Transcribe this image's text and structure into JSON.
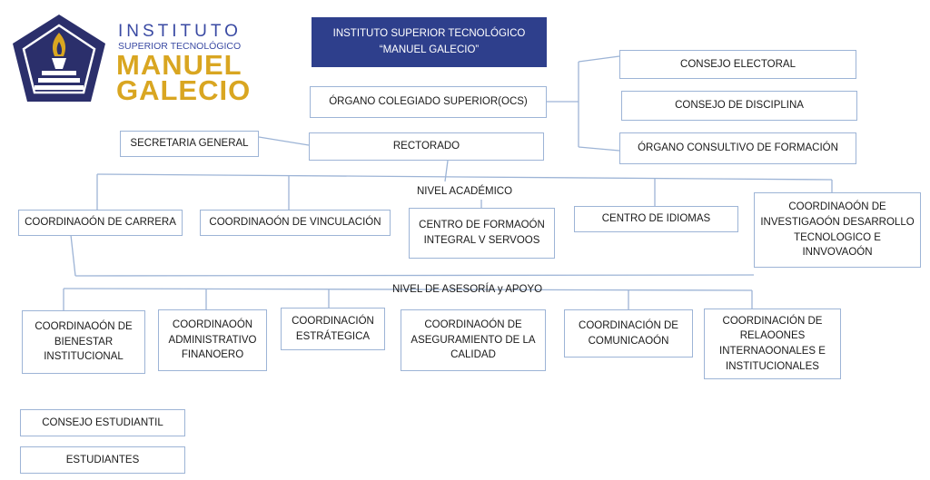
{
  "logo": {
    "line1": "INSTITUTO",
    "line2": "SUPERIOR TECNOLÓGICO",
    "line3": "MANUEL",
    "line4": "GALECIO",
    "colors": {
      "navy": "#2b2f6b",
      "gold": "#d9a621",
      "blue": "#3a4aa3"
    }
  },
  "title": {
    "line1": "INSTITUTO SUPERIOR TECNOLÓGICO",
    "line2": "“MANUEL GALECIO”"
  },
  "ocs": "ÓRGANO COLEGIADO SUPERIOR(OCS)",
  "consejo_electoral": "CONSEJO ELECTORAL",
  "consejo_disciplina": "CONSEJO DE DISCIPLINA",
  "organo_consultivo": "ÓRGANO CONSULTIVO DE FORMACIÓN",
  "secretaria": "SECRETARIA GENERAL",
  "rectorado": "RECTORADO",
  "nivel_academico": "NIVEL ACADÉMICO",
  "academic": {
    "carrera": "COORDINAOÓN DE CARRERA",
    "vinculacion": "COORDINAOÓN DE VINCULACIÓN",
    "centro_formacion": "CENTRO DE FORMAOÓN INTEGRAL V SERVOOS",
    "idiomas": "CENTRO DE IDIOMAS",
    "investigacion": "COORDINAOÓN DE INVESTIGAOÓN DESARROLLO TECNOLOGICO E INNVOVAOÓN"
  },
  "nivel_asesoria": "NIVEL DE ASESORÍA y APOYO",
  "support": {
    "bienestar": "COORDINAOÓN DE BIENESTAR INSTITUCIONAL",
    "administrativo": "COORDINAOÓN ADMINISTRATIVO FINANOERO",
    "estrategica": "COORDINACIÓN ESTRÁTEGICA",
    "aseguramiento": "COORDINAOÓN DE ASEGURAMIENTO DE LA CALIDAD",
    "comunicacion": "COORDINACIÓN DE COMUNICAOÓN",
    "relaciones": "COORDINACIÓN DE RELAOONES INTERNAOONALES E INSTITUCIONALES"
  },
  "consejo_estudiantil": "CONSEJO ESTUDIANTIL",
  "estudiantes": "ESTUDIANTES"
}
